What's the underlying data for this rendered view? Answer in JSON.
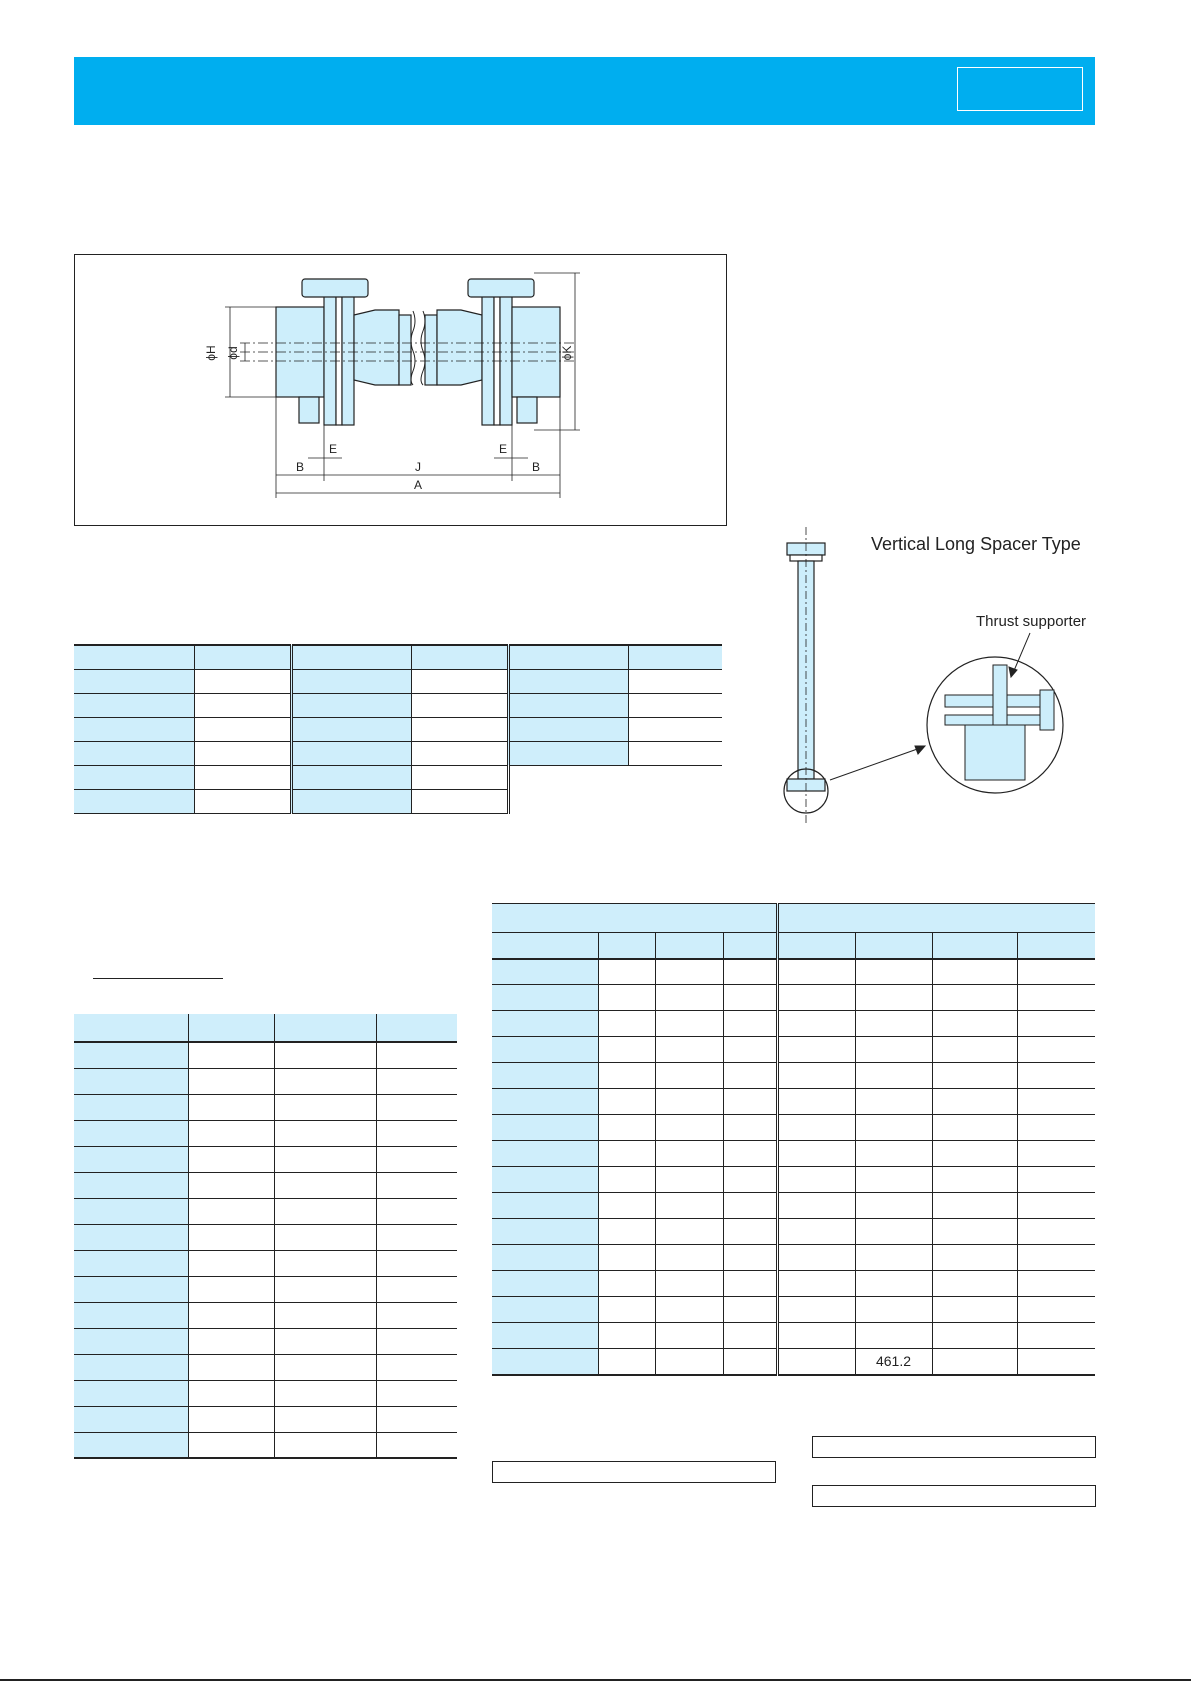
{
  "palette": {
    "header_blue": "#00aeef",
    "table_header": "#cfeefb",
    "drawing_fill": "#cdeefb",
    "line": "#222222"
  },
  "drawing": {
    "dimension_labels": {
      "phi_h": "ϕH",
      "phi_d": "ϕd",
      "phi_k": "ϕK",
      "e": "E",
      "b": "B",
      "j": "J",
      "a": "A"
    }
  },
  "vertical_figure": {
    "title": "Vertical Long Spacer Type",
    "callout": "Thrust supporter"
  },
  "dimension_table": {
    "highlight_value": "461.2"
  }
}
